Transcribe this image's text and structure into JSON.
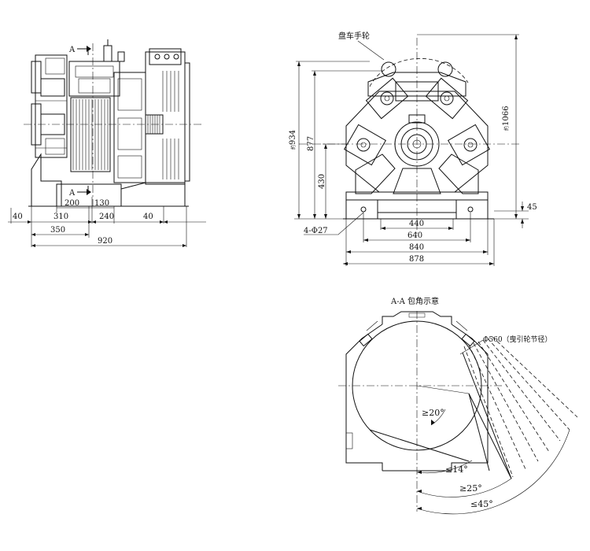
{
  "drawing": {
    "section_marker": "A",
    "front_view": {
      "dims": {
        "d40_left": "40",
        "d310": "310",
        "d240": "240",
        "d40_right": "40",
        "d200": "200",
        "d130": "130",
        "d350": "350",
        "d920": "920"
      }
    },
    "side_view": {
      "label_handwheel": "盘车手轮",
      "dims": {
        "h934": "934",
        "h877": "877",
        "h430": "430",
        "h1066": "1066",
        "h45": "45",
        "holes": "4-Φ27",
        "w440": "440",
        "w640": "640",
        "w840": "840",
        "w878": "878"
      },
      "approx_prefix": "約"
    },
    "section_view": {
      "title": "A-A 包角示意",
      "diameter_note": "Φ560（曳引轮节径）",
      "angles": {
        "a20": "≥20°",
        "a14": "≤14°",
        "a25": "≥25°",
        "a45": "≤45°"
      }
    }
  }
}
